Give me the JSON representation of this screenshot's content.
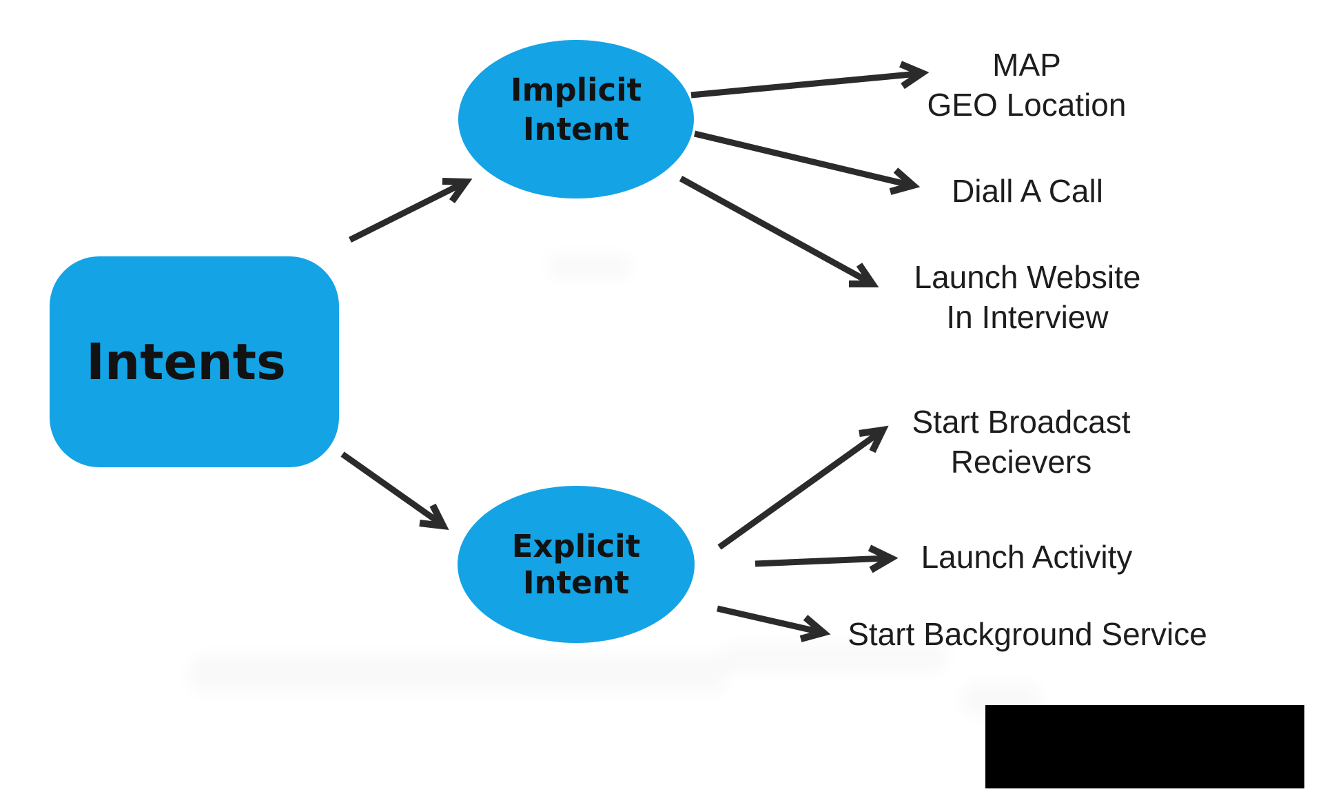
{
  "nodes": {
    "root": {
      "label": "Intents"
    },
    "implicit": {
      "line1": "Implicit",
      "line2": "Intent"
    },
    "explicit": {
      "label": "Explicit Intent"
    }
  },
  "implicit_targets": {
    "map": {
      "line1": "MAP",
      "line2": "GEO Location"
    },
    "dial": {
      "line1": "Diall A Call"
    },
    "website": {
      "line1": "Launch Website",
      "line2": "In Interview"
    }
  },
  "explicit_targets": {
    "broadcast": {
      "line1": "Start Broadcast",
      "line2": "Recievers"
    },
    "activity": {
      "line1": "Launch Activity"
    },
    "service": {
      "line1": "Start Background Service"
    }
  },
  "colors": {
    "node_fill": "#14a3e5",
    "node_text": "#121212",
    "label_text": "#1d1d1d",
    "arrow": "#2b2b2b",
    "redaction": "#000000",
    "background": "#ffffff"
  }
}
